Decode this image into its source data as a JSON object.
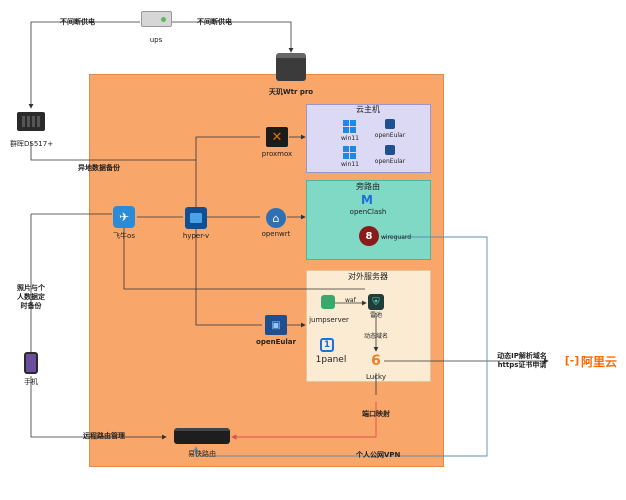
{
  "ups": {
    "label": "ups",
    "edge_left": "不间断供电",
    "edge_right": "不间断供电"
  },
  "nas_main": {
    "label": "天玑Wtr pro"
  },
  "nas_backup": {
    "label": "群晖DS517+",
    "edge": "异地数据备份"
  },
  "fnos": {
    "label": "飞牛os"
  },
  "hyperv": {
    "label": "hyper-v"
  },
  "proxmox": {
    "label": "proxmox",
    "logo_text": "PROXMOX"
  },
  "openwrt": {
    "label": "openwrt"
  },
  "openeuler_host": {
    "label": "openEular"
  },
  "cloud": {
    "title": "云主机",
    "vms": [
      {
        "label": "win11"
      },
      {
        "label": "openEular"
      },
      {
        "label": "win11"
      },
      {
        "label": "openEular"
      }
    ]
  },
  "bypass": {
    "title": "旁路由",
    "openclash": "openClash",
    "wireguard": "wireguard"
  },
  "external": {
    "title": "对外服务器",
    "jumpserver": "jumpserver",
    "waf": "waf",
    "leichi": "雷池",
    "dyn_domain": "动态域名",
    "onepanel": "1panel",
    "lucky": "Lucky"
  },
  "phone": {
    "label": "手机",
    "edge": "照片与个人数据定时备份"
  },
  "router": {
    "label": "易快路由",
    "edge_remote": "远程路由管理",
    "edge_port": "端口映射",
    "edge_vpn": "个人公网VPN"
  },
  "aliyun": {
    "label": "阿里云",
    "edge": "动态IP解析域名\nhttps证书申请"
  },
  "colors": {
    "orange_area": "#f8a66a",
    "cloud_area": "#dcd9f4",
    "bypass_area": "#7fd9c4",
    "external_area": "#fbebd2",
    "aliyun": "#ff6a00",
    "arrow_red": "#d9534f"
  }
}
